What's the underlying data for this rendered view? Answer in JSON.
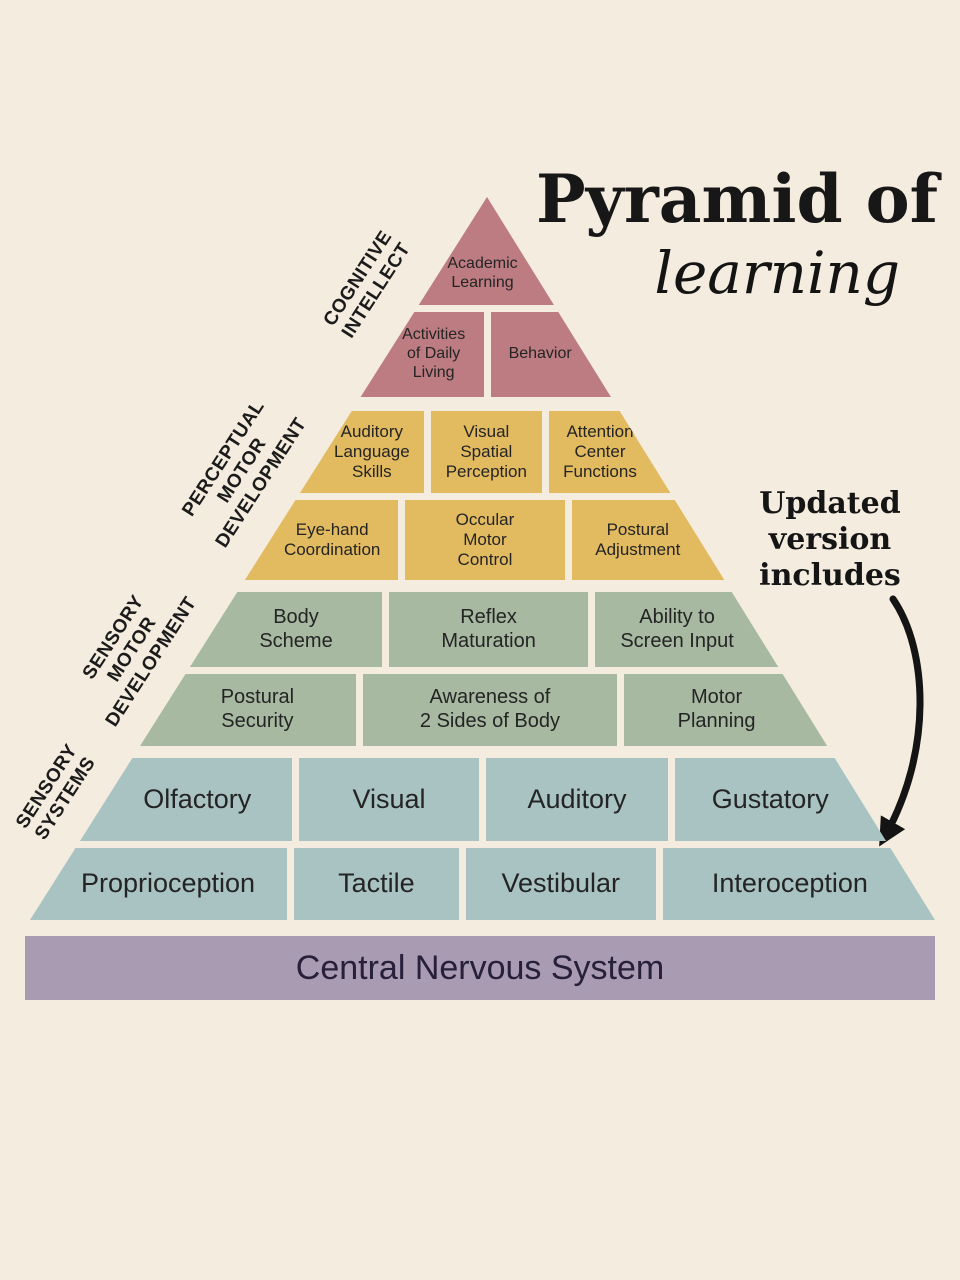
{
  "palette": {
    "background": "#f3ecdf",
    "cognitive": "#bc7c81",
    "perceptual": "#e2bb60",
    "sensory_motor": "#a8b9a2",
    "sensory_systems": "#a9c3c2",
    "cns_bar": "#a89bb2",
    "text": "#1f1f1f",
    "arrow": "#141414"
  },
  "title": {
    "main": "Pyramid of",
    "script": "learning"
  },
  "note": {
    "label": "Updated\nversion\nincludes"
  },
  "side_labels": {
    "cognitive": "COGNITIVE\nINTELLECT",
    "perceptual": "PERCEPTUAL\nMOTOR\nDEVELOPMENT",
    "sensory_motor": "SENSORY\nMOTOR\nDEVELOPMENT",
    "sensory_systems": "SENSORY\nSYSTEMS"
  },
  "pyramid": {
    "rows": [
      {
        "section": "cognitive-intellect",
        "cells": [
          "Academic\nLearning"
        ]
      },
      {
        "section": "cognitive-intellect",
        "cells": [
          "Activities\nof Daily\nLiving",
          "Behavior"
        ]
      },
      {
        "section": "perceptual-motor-development",
        "cells": [
          "Auditory\nLanguage\nSkills",
          "Visual\nSpatial\nPerception",
          "Attention\nCenter\nFunctions"
        ]
      },
      {
        "section": "perceptual-motor-development",
        "cells": [
          "Eye-hand\nCoordination",
          "Occular\nMotor\nControl",
          "Postural\nAdjustment"
        ]
      },
      {
        "section": "sensory-motor-development",
        "cells": [
          "Body\nScheme",
          "Reflex\nMaturation",
          "Ability to\nScreen Input"
        ]
      },
      {
        "section": "sensory-motor-development",
        "cells": [
          "Postural\nSecurity",
          "Awareness of\n2 Sides of Body",
          "Motor\nPlanning"
        ]
      },
      {
        "section": "sensory-systems",
        "cells": [
          "Olfactory",
          "Visual",
          "Auditory",
          "Gustatory"
        ]
      },
      {
        "section": "sensory-systems",
        "cells": [
          "Proprioception",
          "Tactile",
          "Vestibular",
          "Interoception"
        ]
      }
    ]
  },
  "base": {
    "label": "Central Nervous System"
  }
}
